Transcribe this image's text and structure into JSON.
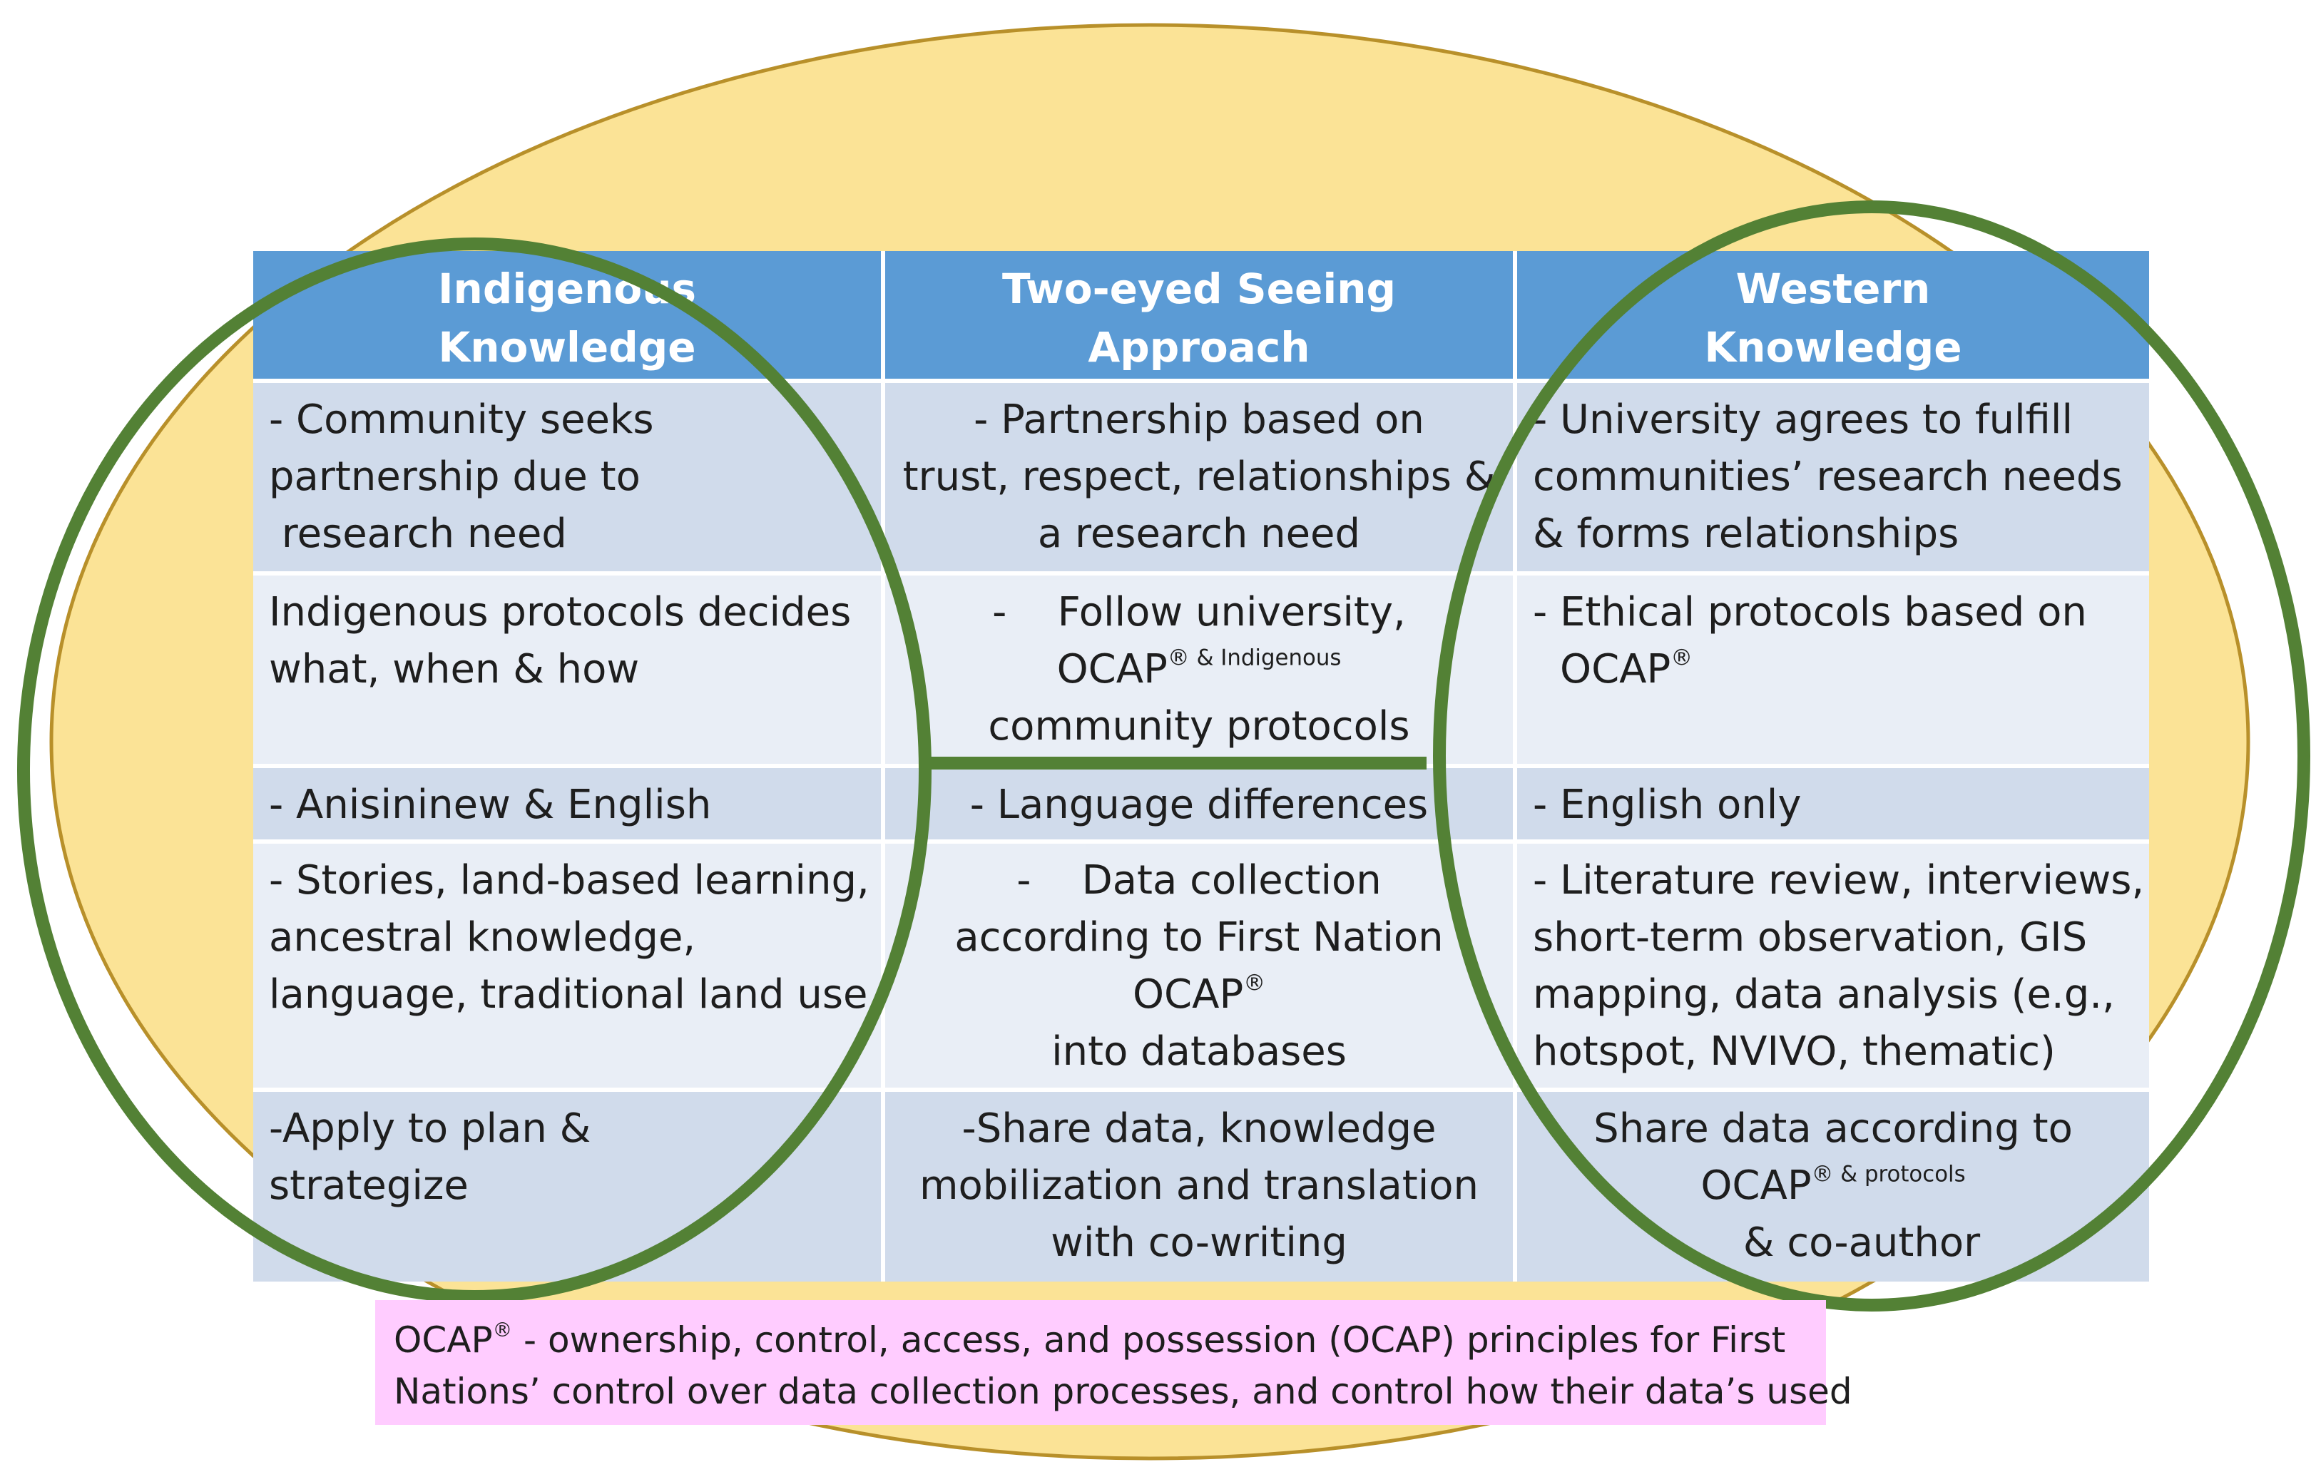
{
  "colors": {
    "ellipse_fill": "#fbe396",
    "ellipse_stroke": "#b8902a",
    "circle_stroke": "#538135",
    "header_fill": "#5b9bd5",
    "row_dark": "#d0dbeb",
    "row_light": "#e9eef6",
    "note_fill": "#ffccff"
  },
  "headers": [
    [
      "Indigenous",
      "Knowledge"
    ],
    [
      "Two-eyed Seeing",
      "Approach"
    ],
    [
      "Western",
      "Knowledge"
    ]
  ],
  "rows": [
    {
      "indigenous": [
        "- Community seeks",
        "partnership due to",
        " research need"
      ],
      "two_eyed": [
        "- Partnership based on",
        "trust, respect, relationships &",
        "a research need"
      ],
      "western": [
        "- University agrees to fulfill",
        "communities’ research needs",
        "& forms relationships"
      ]
    },
    {
      "indigenous": [
        "Indigenous protocols decides",
        "what, when & how"
      ],
      "two_eyed": [
        "-    Follow university,",
        "OCAP",
        "® & Indigenous",
        "community protocols"
      ],
      "western": [
        "- Ethical protocols based on",
        "OCAP",
        "®"
      ]
    },
    {
      "indigenous": [
        "- Anisininew & English"
      ],
      "two_eyed": [
        "- Language differences"
      ],
      "western": [
        "- English only"
      ]
    },
    {
      "indigenous": [
        "- Stories, land-based learning,",
        "ancestral knowledge,",
        "language, traditional land use"
      ],
      "two_eyed": [
        "-    Data collection",
        "according to First Nation",
        "OCAP",
        "®",
        "into databases"
      ],
      "western": [
        "- Literature review, interviews,",
        "short-term observation, GIS",
        "mapping, data analysis (e.g.,",
        "hotspot, NVIVO, thematic)"
      ]
    },
    {
      "indigenous": [
        "-Apply to plan &",
        "strategize"
      ],
      "two_eyed": [
        "-Share data, knowledge",
        "mobilization and translation",
        "with co-writing"
      ],
      "western": [
        "Share data according to",
        "OCAP",
        "® & protocols",
        "& co-author"
      ]
    }
  ],
  "footnote": {
    "term": "OCAP",
    "mark": "®",
    "line1": " - ownership, control, access, and possession (OCAP) principles for First",
    "line2": "Nations’ control over data collection processes, and control how their data’s used"
  }
}
